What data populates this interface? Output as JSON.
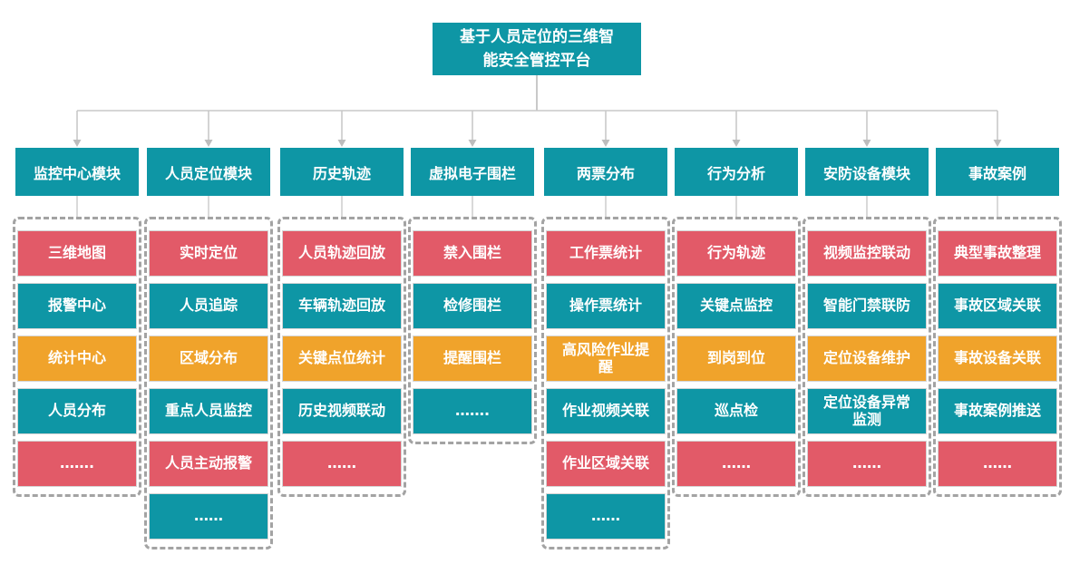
{
  "title": {
    "text": "基于人员定位的三维智\n能安全管控平台"
  },
  "palette": {
    "teal": "#0E96A5",
    "red": "#E25A68",
    "orange": "#F0A32B",
    "connector_line": "#C9C9C9",
    "arrowhead": "#BDBDBD",
    "dashed_border": "#A3A3A3",
    "box_text": "#FFFFFF"
  },
  "modules": [
    {
      "label": "监控中心模块",
      "items": [
        {
          "label": "三维地图",
          "color": "red"
        },
        {
          "label": "报警中心",
          "color": "teal"
        },
        {
          "label": "统计中心",
          "color": "orange"
        },
        {
          "label": "人员分布",
          "color": "teal"
        },
        {
          "label": "…….",
          "color": "red"
        }
      ]
    },
    {
      "label": "人员定位模块",
      "items": [
        {
          "label": "实时定位",
          "color": "red"
        },
        {
          "label": "人员追踪",
          "color": "teal"
        },
        {
          "label": "区域分布",
          "color": "orange"
        },
        {
          "label": "重点人员监控",
          "color": "teal"
        },
        {
          "label": "人员主动报警",
          "color": "red"
        },
        {
          "label": "……",
          "color": "teal"
        }
      ]
    },
    {
      "label": "历史轨迹",
      "items": [
        {
          "label": "人员轨迹回放",
          "color": "red"
        },
        {
          "label": "车辆轨迹回放",
          "color": "teal"
        },
        {
          "label": "关键点位统计",
          "color": "orange"
        },
        {
          "label": "历史视频联动",
          "color": "teal"
        },
        {
          "label": "……",
          "color": "red"
        }
      ]
    },
    {
      "label": "虚拟电子围栏",
      "items": [
        {
          "label": "禁入围栏",
          "color": "red"
        },
        {
          "label": "检修围栏",
          "color": "teal"
        },
        {
          "label": "提醒围栏",
          "color": "orange"
        },
        {
          "label": "…….",
          "color": "teal"
        }
      ]
    },
    {
      "label": "两票分布",
      "items": [
        {
          "label": "工作票统计",
          "color": "red"
        },
        {
          "label": "操作票统计",
          "color": "teal"
        },
        {
          "label": "高风险作业提\n醒",
          "color": "orange"
        },
        {
          "label": "作业视频关联",
          "color": "teal"
        },
        {
          "label": "作业区域关联",
          "color": "red"
        },
        {
          "label": "……",
          "color": "teal"
        }
      ]
    },
    {
      "label": "行为分析",
      "items": [
        {
          "label": "行为轨迹",
          "color": "red"
        },
        {
          "label": "关键点监控",
          "color": "teal"
        },
        {
          "label": "到岗到位",
          "color": "orange"
        },
        {
          "label": "巡点检",
          "color": "teal"
        },
        {
          "label": "……",
          "color": "red"
        }
      ]
    },
    {
      "label": "安防设备模块",
      "items": [
        {
          "label": "视频监控联动",
          "color": "red"
        },
        {
          "label": "智能门禁联防",
          "color": "teal"
        },
        {
          "label": "定位设备维护",
          "color": "orange"
        },
        {
          "label": "定位设备异常\n监测",
          "color": "teal"
        },
        {
          "label": "……",
          "color": "red"
        }
      ]
    },
    {
      "label": "事故案例",
      "items": [
        {
          "label": "典型事故整理",
          "color": "red"
        },
        {
          "label": "事故区域关联",
          "color": "teal"
        },
        {
          "label": "事故设备关联",
          "color": "orange"
        },
        {
          "label": "事故案例推送",
          "color": "teal"
        },
        {
          "label": "……",
          "color": "red"
        }
      ]
    }
  ]
}
